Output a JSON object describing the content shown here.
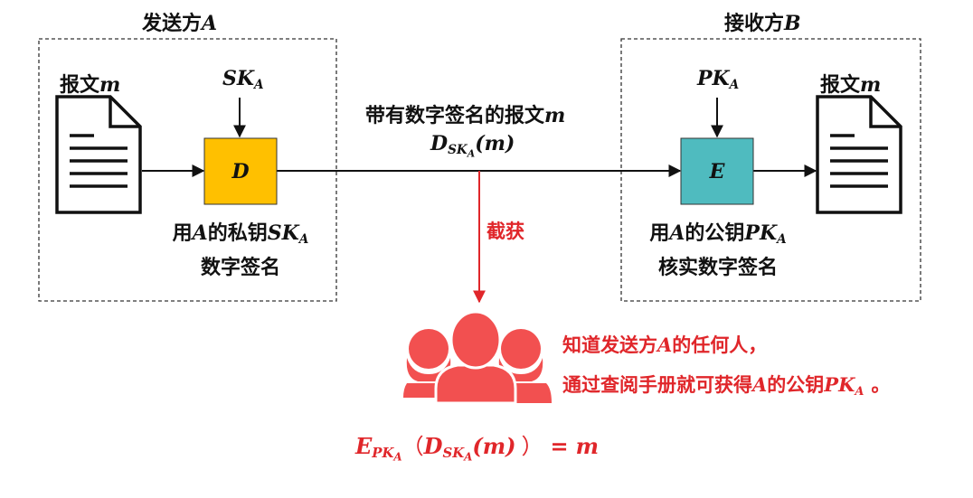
{
  "sender": {
    "title": "发送方",
    "title_var": "A",
    "message_label": "报文",
    "message_var": "m",
    "key_main": "SK",
    "key_sub": "A",
    "box_label": "D",
    "caption_line1_a": "用",
    "caption_line1_var": "A",
    "caption_line1_b": "的私钥",
    "caption_key_main": "SK",
    "caption_key_sub": "A",
    "caption_line2": "数字签名",
    "box_color": "#ffc000"
  },
  "receiver": {
    "title": "接收方",
    "title_var": "B",
    "message_label": "报文",
    "message_var": "m",
    "key_main": "PK",
    "key_sub": "A",
    "box_label": "E",
    "caption_line1_a": "用",
    "caption_line1_var": "A",
    "caption_line1_b": "的公钥",
    "caption_key_main": "PK",
    "caption_key_sub": "A",
    "caption_line2": "核实数字签名",
    "box_color": "#4fbbbf"
  },
  "channel": {
    "label_a": "带有数字签名的报文",
    "label_var": "m",
    "formula": {
      "d": "D",
      "sub_main": "SK",
      "sub_sub": "A",
      "arg": "(m)"
    }
  },
  "intercept": {
    "label": "截获",
    "color": "#e0262a"
  },
  "attacker_note": {
    "line1_a": "知道发送方",
    "line1_var": "A",
    "line1_b": "的任何人，",
    "line2_a": "通过查阅手册就可获得",
    "line2_var": "A",
    "line2_b": "的公钥",
    "line2_key_main": "PK",
    "line2_key_sub": "A",
    "line2_end": "。"
  },
  "equation": {
    "e": "E",
    "e_sub_main": "PK",
    "e_sub_sub": "A",
    "open": "（",
    "d": "D",
    "d_sub_main": "SK",
    "d_sub_sub": "A",
    "arg": "(m)",
    "close": "）",
    "eq": "=",
    "result": "m"
  },
  "icons": {
    "document": "document-icon",
    "attacker": "people-group-icon"
  }
}
